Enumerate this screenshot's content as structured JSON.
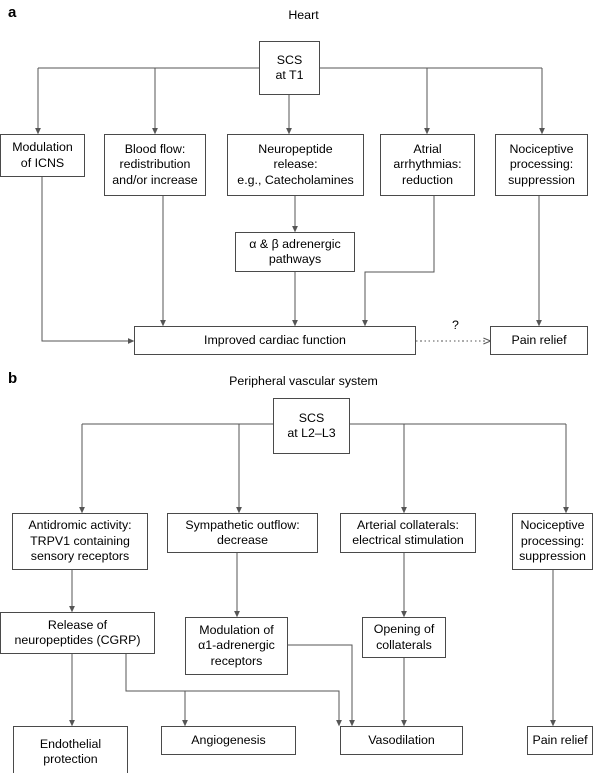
{
  "figure": {
    "panels": [
      {
        "id": "a",
        "letter": "a",
        "title": "Heart",
        "nodes": [
          {
            "key": "scs_t1",
            "label": "SCS\nat T1"
          },
          {
            "key": "modulation",
            "label": "Modulation\nof ICNS"
          },
          {
            "key": "bloodflow",
            "label": "Blood flow:\nredistribution\nand/or increase"
          },
          {
            "key": "neuropeptide",
            "label": "Neuropeptide\nrelease:\ne.g., Catecholamines"
          },
          {
            "key": "atrial",
            "label": "Atrial\narrhythmias:\nreduction"
          },
          {
            "key": "nociceptive_a",
            "label": "Nociceptive\nprocessing:\nsuppression"
          },
          {
            "key": "adrenergic",
            "label": "α & β adrenergic\npathways"
          },
          {
            "key": "improved",
            "label": "Improved cardiac function"
          },
          {
            "key": "painrelief_a",
            "label": "Pain relief"
          }
        ],
        "annotations": {
          "uncertain": "?"
        }
      },
      {
        "id": "b",
        "letter": "b",
        "title": "Peripheral vascular system",
        "nodes": [
          {
            "key": "scs_l2l3",
            "label": "SCS\nat L2–L3"
          },
          {
            "key": "antidromic",
            "label": "Antidromic activity:\nTRPV1 containing\nsensory receptors"
          },
          {
            "key": "sympathetic",
            "label": "Sympathetic outflow:\ndecrease"
          },
          {
            "key": "arterial",
            "label": "Arterial collaterals:\nelectrical stimulation"
          },
          {
            "key": "nociceptive_b",
            "label": "Nociceptive\nprocessing:\nsuppression"
          },
          {
            "key": "release",
            "label": "Release of\nneuropeptides (CGRP)"
          },
          {
            "key": "alpha1",
            "label": "Modulation of\nα1-adrenergic\nreceptors"
          },
          {
            "key": "opening",
            "label": "Opening of\ncollaterals"
          },
          {
            "key": "endothelial",
            "label": "Endothelial\nprotection"
          },
          {
            "key": "angiogenesis",
            "label": "Angiogenesis"
          },
          {
            "key": "vasodilation",
            "label": "Vasodilation"
          },
          {
            "key": "painrelief_b",
            "label": "Pain relief"
          }
        ]
      }
    ],
    "colors": {
      "box_stroke": "#4a4a4a",
      "wire": "#555555",
      "background": "#ffffff",
      "text": "#000000"
    }
  }
}
